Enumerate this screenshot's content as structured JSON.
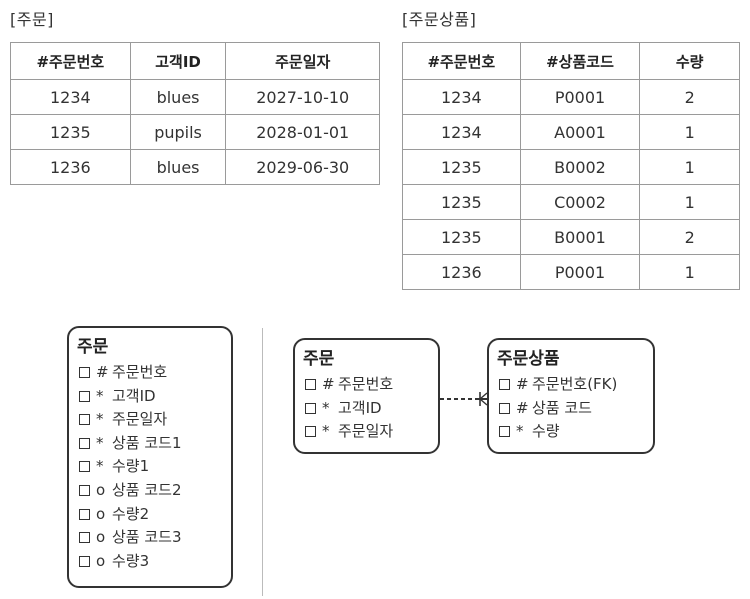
{
  "order_table": {
    "caption": "[주문]",
    "headers": [
      "#주문번호",
      "고객ID",
      "주문일자"
    ],
    "rows": [
      [
        "1234",
        "blues",
        "2027-10-10"
      ],
      [
        "1235",
        "pupils",
        "2028-01-01"
      ],
      [
        "1236",
        "blues",
        "2029-06-30"
      ]
    ]
  },
  "order_item_table": {
    "caption": "[주문상품]",
    "headers": [
      "#주문번호",
      "#상품코드",
      "수량"
    ],
    "rows": [
      [
        "1234",
        "P0001",
        "2"
      ],
      [
        "1234",
        "A0001",
        "1"
      ],
      [
        "1235",
        "B0002",
        "1"
      ],
      [
        "1235",
        "C0002",
        "1"
      ],
      [
        "1235",
        "B0001",
        "2"
      ],
      [
        "1236",
        "P0001",
        "1"
      ]
    ]
  },
  "entity_unnormalized": {
    "title": "주문",
    "attributes": [
      {
        "marker": "#",
        "name": "주문번호"
      },
      {
        "marker": "*",
        "name": "고객ID"
      },
      {
        "marker": "*",
        "name": "주문일자"
      },
      {
        "marker": "*",
        "name": "상품 코드1"
      },
      {
        "marker": "*",
        "name": "수량1"
      },
      {
        "marker": "o",
        "name": "상품 코드2"
      },
      {
        "marker": "o",
        "name": "수량2"
      },
      {
        "marker": "o",
        "name": "상품 코드3"
      },
      {
        "marker": "o",
        "name": "수량3"
      }
    ]
  },
  "entity_order": {
    "title": "주문",
    "attributes": [
      {
        "marker": "#",
        "name": "주문번호"
      },
      {
        "marker": "*",
        "name": "고객ID"
      },
      {
        "marker": "*",
        "name": "주문일자"
      }
    ]
  },
  "entity_order_item": {
    "title": "주문상품",
    "attributes": [
      {
        "marker": "#",
        "name": "주문번호(FK)"
      },
      {
        "marker": "#",
        "name": "상품 코드"
      },
      {
        "marker": "*",
        "name": "수량"
      }
    ]
  },
  "colors": {
    "border": "#333333",
    "grid": "#9a9a9a",
    "text": "#333333"
  }
}
